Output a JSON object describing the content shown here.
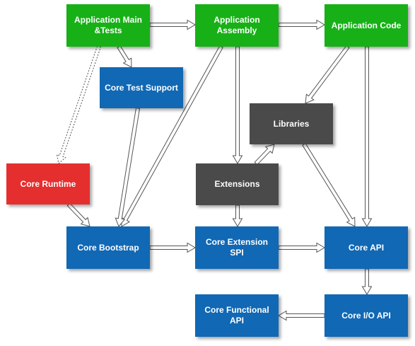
{
  "colors": {
    "green": "#17b117",
    "blue": "#1168b4",
    "dark": "#4a4a4a",
    "red": "#e52f2f",
    "arrow_fill": "#ffffff",
    "arrow_stroke": "#555555"
  },
  "nodes": {
    "app_main_tests": {
      "label": "Application Main\n&Tests",
      "color": "green"
    },
    "app_assembly": {
      "label": "Application\nAssembly",
      "color": "green"
    },
    "app_code": {
      "label": "Application Code",
      "color": "green"
    },
    "core_test_support": {
      "label": "Core Test Support",
      "color": "blue"
    },
    "libraries": {
      "label": "Libraries",
      "color": "dark"
    },
    "core_runtime": {
      "label": "Core Runtime",
      "color": "red"
    },
    "extensions": {
      "label": "Extensions",
      "color": "dark"
    },
    "core_bootstrap": {
      "label": "Core Bootstrap",
      "color": "blue"
    },
    "core_extension_spi": {
      "label": "Core Extension\nSPI",
      "color": "blue"
    },
    "core_api": {
      "label": "Core API",
      "color": "blue"
    },
    "core_functional_api": {
      "label": "Core Functional\nAPI",
      "color": "blue"
    },
    "core_io_api": {
      "label": "Core I/O API",
      "color": "blue"
    }
  },
  "edges": [
    {
      "from": "app_main_tests",
      "to": "app_assembly",
      "style": "solid"
    },
    {
      "from": "app_assembly",
      "to": "app_code",
      "style": "solid"
    },
    {
      "from": "app_main_tests",
      "to": "core_test_support",
      "style": "solid"
    },
    {
      "from": "app_main_tests",
      "to": "core_runtime",
      "style": "dashed"
    },
    {
      "from": "app_assembly",
      "to": "core_bootstrap",
      "style": "solid"
    },
    {
      "from": "app_assembly",
      "to": "extensions",
      "style": "solid"
    },
    {
      "from": "app_code",
      "to": "libraries",
      "style": "solid"
    },
    {
      "from": "app_code",
      "to": "core_api",
      "style": "solid"
    },
    {
      "from": "core_test_support",
      "to": "core_bootstrap",
      "style": "solid"
    },
    {
      "from": "extensions",
      "to": "libraries",
      "style": "solid"
    },
    {
      "from": "libraries",
      "to": "core_api",
      "style": "solid"
    },
    {
      "from": "core_runtime",
      "to": "core_bootstrap",
      "style": "solid"
    },
    {
      "from": "extensions",
      "to": "core_extension_spi",
      "style": "solid"
    },
    {
      "from": "core_bootstrap",
      "to": "core_extension_spi",
      "style": "solid"
    },
    {
      "from": "core_extension_spi",
      "to": "core_api",
      "style": "solid"
    },
    {
      "from": "core_api",
      "to": "core_io_api",
      "style": "solid"
    },
    {
      "from": "core_io_api",
      "to": "core_functional_api",
      "style": "solid"
    }
  ]
}
